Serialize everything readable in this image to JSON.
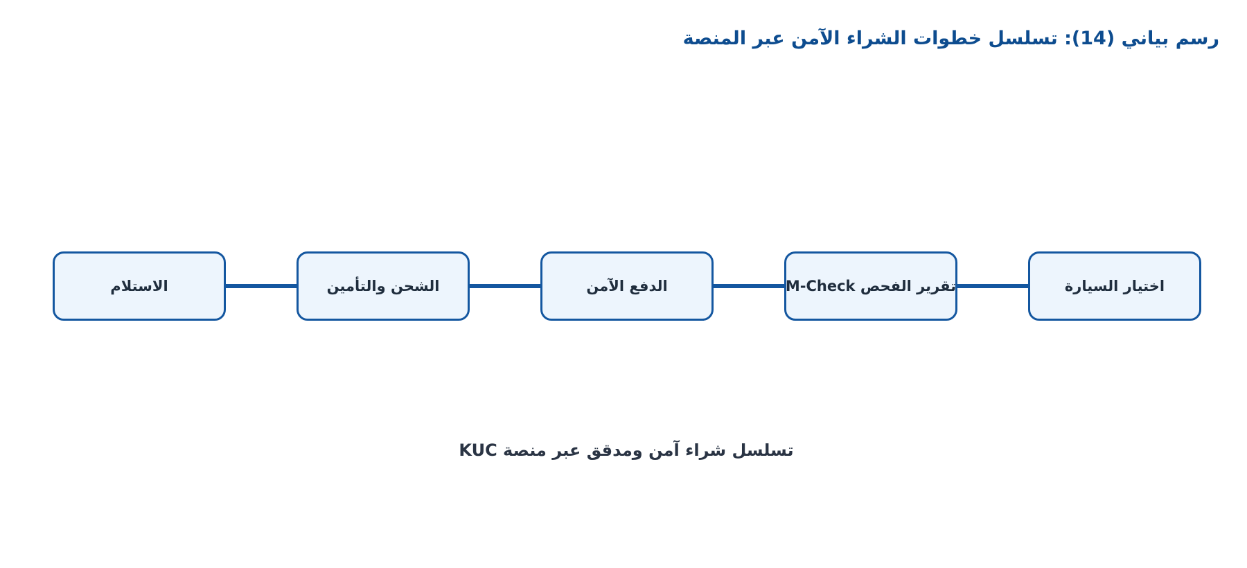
{
  "title": "رسم بياني (14): تسلسل خطوات الشراء الآمن عبر المنصة",
  "steps": [
    {
      "label": "اختيار السيارة"
    },
    {
      "label": "تقرير الفحص M-Check"
    },
    {
      "label": "الدفع الآمن"
    },
    {
      "label": "الشحن والتأمين"
    },
    {
      "label": "الاستلام"
    }
  ],
  "caption": "تسلسل شراء آمن ومدقق عبر منصة KUC",
  "colors": {
    "title": "#0d4c8f",
    "box_border": "#1457a0",
    "box_fill": "#edf5fd",
    "connector": "#1457a0",
    "label_text": "#1f2d3d"
  }
}
